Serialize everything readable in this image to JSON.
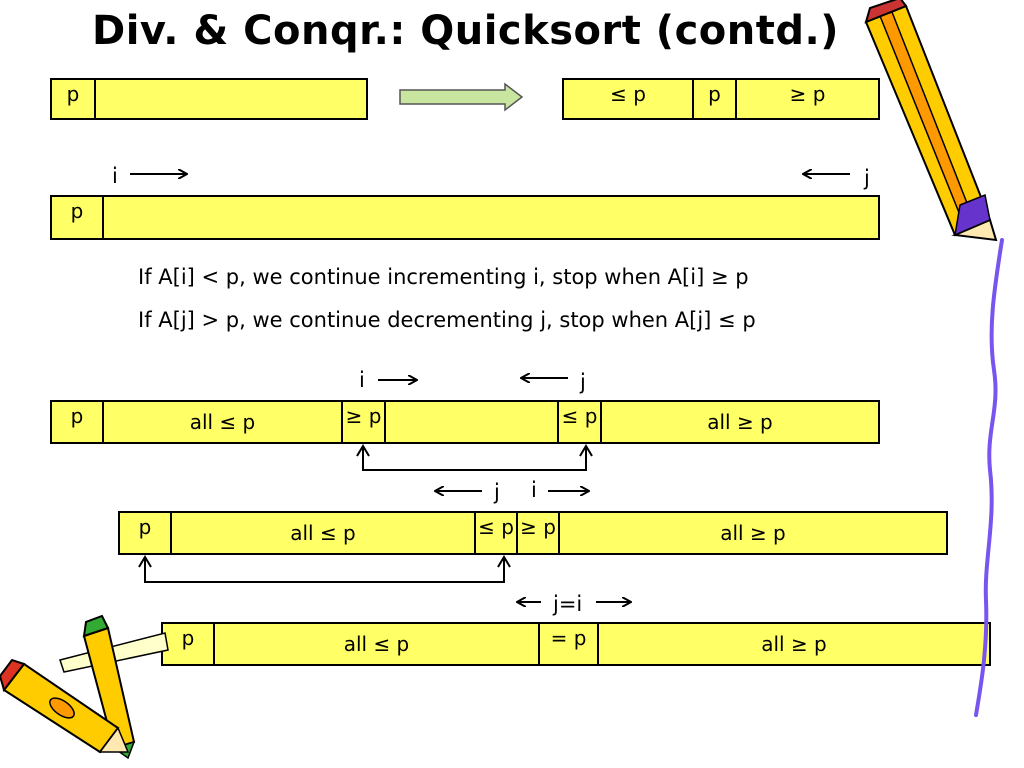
{
  "slide": {
    "title": "Div. & Conqr.: Quicksort (contd.)",
    "pivot": "p",
    "row1": {
      "right_left": "≤ p",
      "right_mid": "p",
      "right_right": "≥ p"
    },
    "row2": {
      "i_label": "i",
      "j_label": "j"
    },
    "notes": [
      "If A[i] < p, we continue incrementing i, stop when A[i] ≥ p",
      "If A[j] > p, we continue decrementing j, stop when A[j] ≤ p"
    ],
    "row3": {
      "i_label": "i",
      "j_label": "j",
      "c1": "all ≤ p",
      "c2": "≥ p",
      "c4": "≤ p",
      "c5": "all ≥ p"
    },
    "row4": {
      "j_label": "j",
      "i_label": "i",
      "c1": "all ≤ p",
      "c2": "≤ p",
      "c3": "≥ p",
      "c4": "all ≥ p"
    },
    "row5": {
      "ji_label": "j=i",
      "c1": "all ≤ p",
      "c2": "= p",
      "c3": "all ≥ p"
    }
  },
  "colors": {
    "cell_fill": "#ffff66",
    "arrow_fill": "#c8e6a0"
  },
  "icons": [
    "pencil-icon-top-right",
    "crayons-icon-bottom-left",
    "squiggle-border-right"
  ]
}
